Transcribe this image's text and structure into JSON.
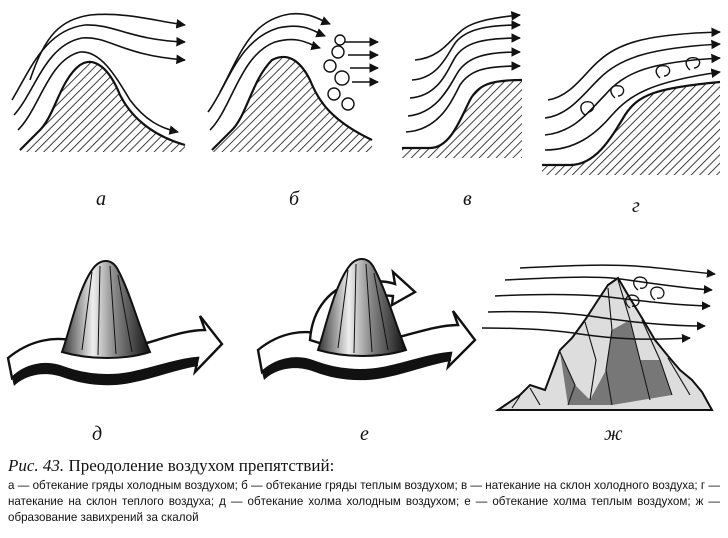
{
  "panels": [
    {
      "id": "a",
      "label": "а"
    },
    {
      "id": "b",
      "label": "б"
    },
    {
      "id": "v",
      "label": "в"
    },
    {
      "id": "g",
      "label": "г"
    },
    {
      "id": "d",
      "label": "д"
    },
    {
      "id": "e",
      "label": "е"
    },
    {
      "id": "zh",
      "label": "ж"
    }
  ],
  "caption": {
    "number": "Рис. 43.",
    "title": "Преодоление воздухом препятствий:",
    "description": "а — обтекание гряды холодным воздухом; б — обтекание гряды теплым воздухом; в — натекание на склон холодного воздуха; г — натекание на склон теплого воздуха; д — обтекание холма холодным воздухом; е — обтекание холма теплым воздухом; ж — образование завихрений за скалой"
  },
  "colors": {
    "ink": "#111111",
    "paper": "#ffffff"
  }
}
